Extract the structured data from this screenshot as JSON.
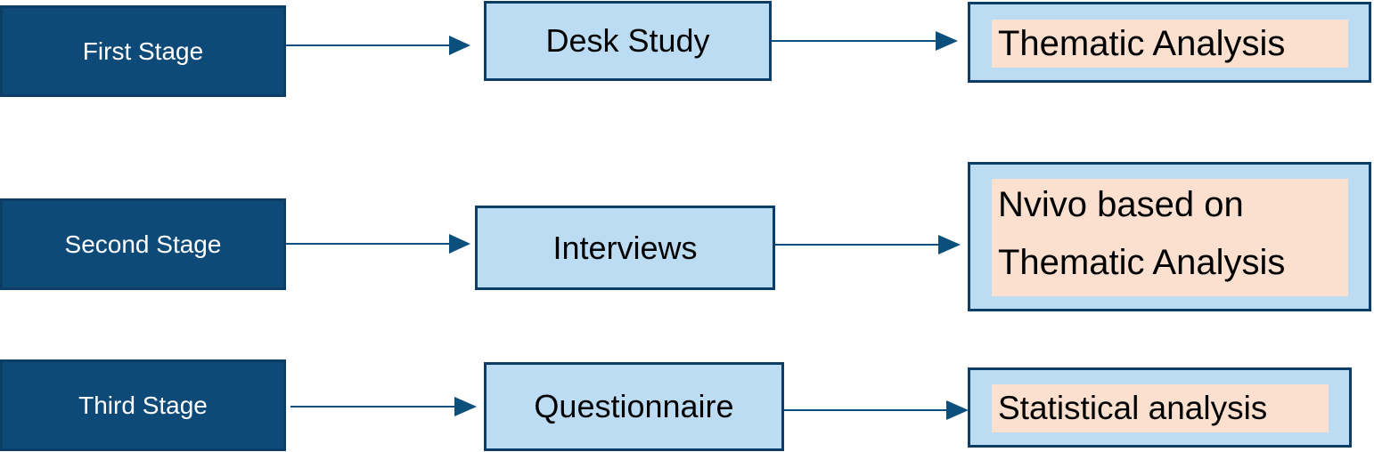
{
  "stages": [
    {
      "stage": "First Stage",
      "method": "Desk Study",
      "analysis": [
        "Thematic Analysis"
      ]
    },
    {
      "stage": "Second Stage",
      "method": "Interviews",
      "analysis": [
        "Nvivo based on",
        "Thematic Analysis"
      ]
    },
    {
      "stage": "Third Stage",
      "method": "Questionnaire",
      "analysis": [
        "Statistical analysis"
      ]
    }
  ],
  "colors": {
    "stage_fill": "#0e4a78",
    "box_border": "#0b3d66",
    "method_fill": "#bcdcf4",
    "analysis_highlight": "#fbdfcf",
    "arrow": "#0b4f7c"
  }
}
